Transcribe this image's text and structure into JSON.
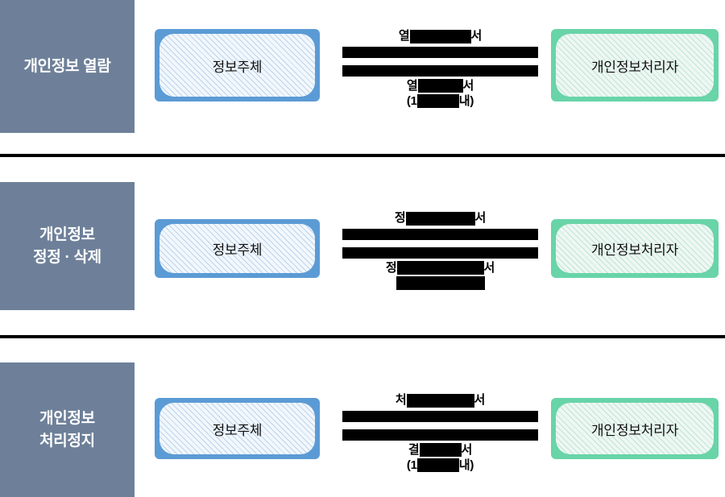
{
  "diagram": {
    "title_present": false,
    "colors": {
      "category_panel_bg": "#6E8099",
      "category_panel_text": "#FFFFFF",
      "subject_box_border": "#5B9BD5",
      "subject_box_fill": "#F2F7FC",
      "subject_box_hatch": "#BBD4EC",
      "controller_box_border": "#68D4A8",
      "controller_box_fill": "#EEF7F3",
      "controller_box_hatch": "#BFE5D5",
      "arrow_bar": "#000000",
      "divider": "#000000",
      "label_text": "#000000",
      "page_bg": "#FFFFFF"
    },
    "sections": [
      {
        "category": "개인정보 열람",
        "subject_label": "정보주체",
        "controller_label": "개인정보처리자",
        "request_label": {
          "prefix": "열",
          "redacted": true,
          "suffix": "서"
        },
        "response_label": {
          "prefix": "열",
          "redacted": true,
          "suffix": "서"
        },
        "response_sublabel": {
          "prefix": "(1",
          "redacted": true,
          "suffix": "내)"
        },
        "has_sublabel": true
      },
      {
        "category": "개인정보\n정정 · 삭제",
        "subject_label": "정보주체",
        "controller_label": "개인정보처리자",
        "request_label": {
          "prefix": "정",
          "redacted": true,
          "suffix": "서"
        },
        "response_label": {
          "prefix": "정",
          "redacted": true,
          "suffix": "서"
        },
        "response_sublabel": {
          "prefix": "",
          "redacted": true,
          "suffix": ""
        },
        "has_sublabel": true
      },
      {
        "category": "개인정보\n처리정지",
        "subject_label": "정보주체",
        "controller_label": "개인정보처리자",
        "request_label": {
          "prefix": "처",
          "redacted": true,
          "suffix": "서"
        },
        "response_label": {
          "prefix": "결",
          "redacted": true,
          "suffix": "서"
        },
        "response_sublabel": {
          "prefix": "(1",
          "redacted": true,
          "suffix": "내)"
        },
        "has_sublabel": true
      }
    ]
  }
}
